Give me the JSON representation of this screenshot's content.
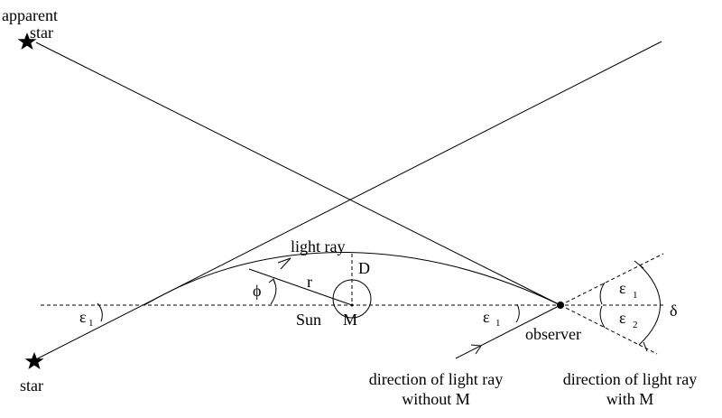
{
  "labels": {
    "apparent_star_line1": "apparent",
    "apparent_star_line2": "star",
    "star": "star",
    "light_ray": "light ray",
    "D": "D",
    "r": "r",
    "phi": "ϕ",
    "sun": "Sun",
    "mass": "M",
    "epsilon1_left": "ε",
    "epsilon1_left_sub": "1",
    "epsilon1_mid": "ε",
    "epsilon1_mid_sub": "1",
    "epsilon1_right": "ε",
    "epsilon1_right_sub": "1",
    "epsilon2": "ε",
    "epsilon2_sub": "2",
    "delta": "δ",
    "observer": "observer",
    "without_line1": "direction of light ray",
    "without_line2": "without M",
    "with_line1": "direction of light ray",
    "with_line2": "with M"
  }
}
